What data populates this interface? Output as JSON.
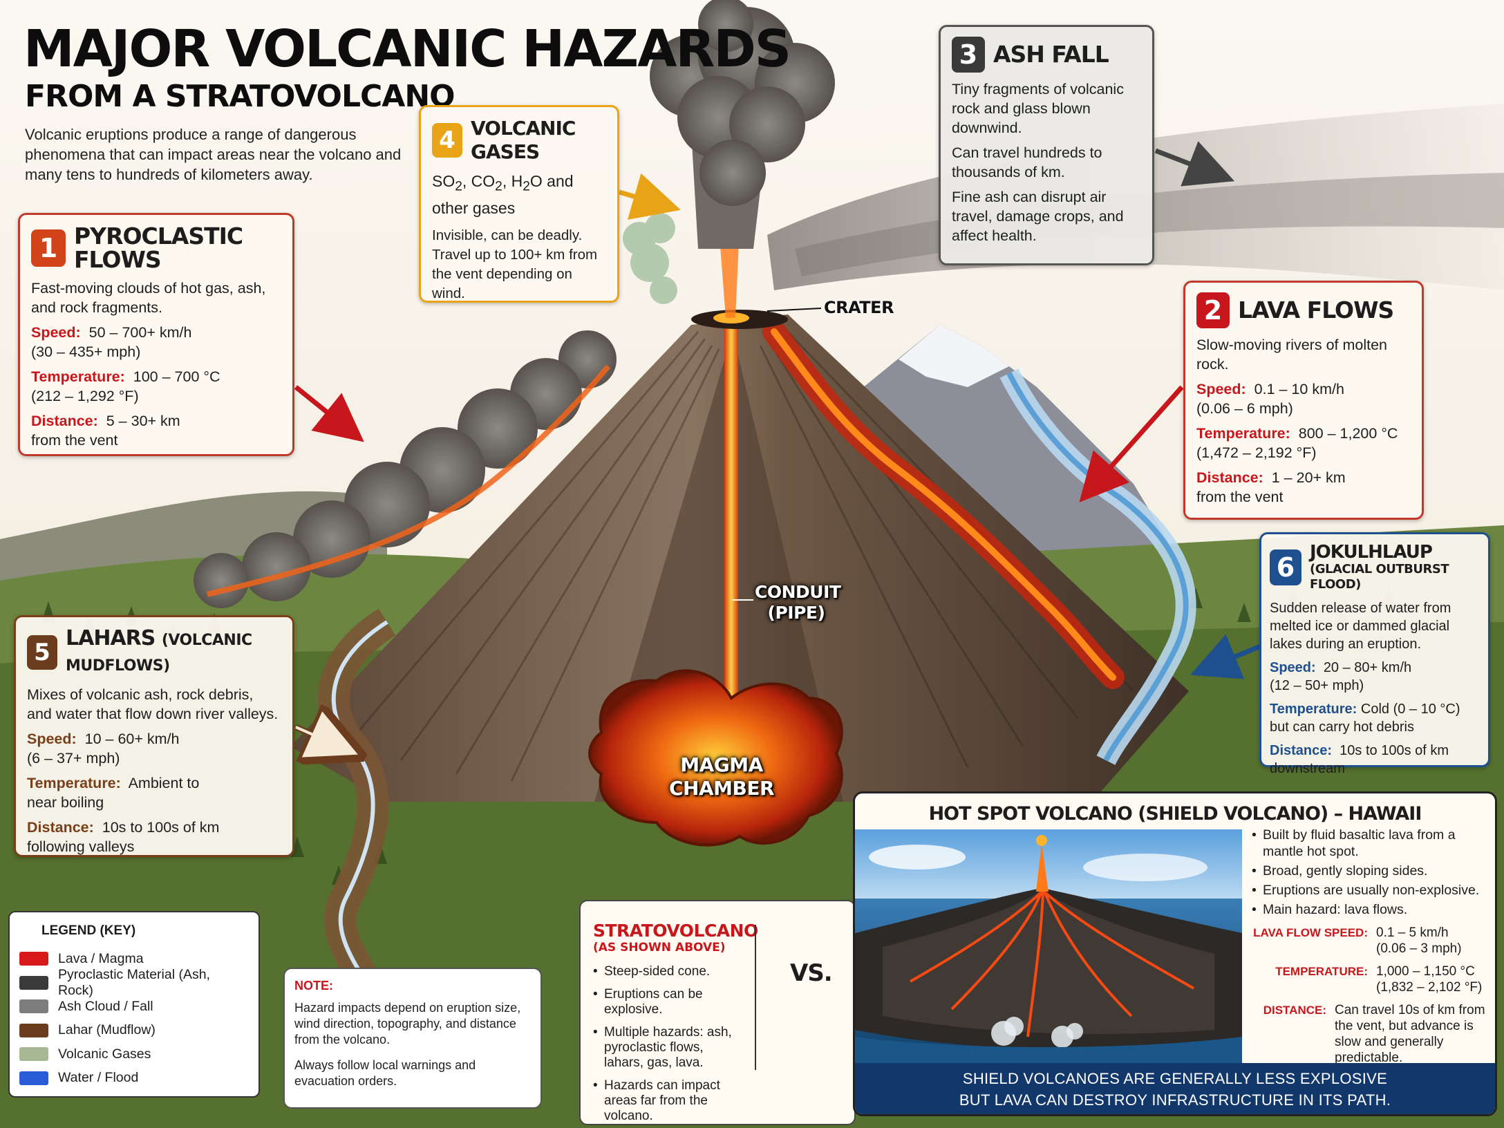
{
  "title": {
    "line1": "MAJOR VOLCANIC HAZARDS",
    "line2": "FROM A STRATOVOLCANO"
  },
  "intro": "Volcanic eruptions produce a range of dangerous phenomena that can impact areas near the volcano and many tens to hundreds of kilometers away.",
  "cards": {
    "pyroclastic": {
      "number": "1",
      "title": "PYROCLASTIC FLOWS",
      "desc": "Fast-moving clouds of hot gas, ash, and rock fragments.",
      "speed_label": "Speed:",
      "speed": "50 – 700+ km/h",
      "speed_alt": "(30 – 435+ mph)",
      "temp_label": "Temperature:",
      "temp": "100 – 700 °C",
      "temp_alt": "(212 – 1,292 °F)",
      "dist_label": "Distance:",
      "dist": "5 – 30+ km",
      "dist_alt": "from the vent"
    },
    "lava": {
      "number": "2",
      "title": "LAVA FLOWS",
      "desc": "Slow-moving rivers of molten rock.",
      "speed_label": "Speed:",
      "speed": "0.1 – 10 km/h",
      "speed_alt": "(0.06 – 6 mph)",
      "temp_label": "Temperature:",
      "temp": "800 – 1,200 °C",
      "temp_alt": "(1,472 – 2,192 °F)",
      "dist_label": "Distance:",
      "dist": "1 – 20+ km",
      "dist_alt": "from the vent"
    },
    "ash": {
      "number": "3",
      "title": "ASH FALL",
      "p1": "Tiny fragments of volcanic rock and glass blown downwind.",
      "p2": "Can travel hundreds to thousands of km.",
      "p3": "Fine ash can disrupt air travel, damage crops, and affect health."
    },
    "gases": {
      "number": "4",
      "title": "VOLCANIC GASES",
      "p2": "Invisible, can be deadly. Travel up to 100+ km from the vent depending on wind."
    },
    "lahars": {
      "number": "5",
      "title": "LAHARS",
      "title_small": "(VOLCANIC MUDFLOWS)",
      "desc": "Mixes of volcanic ash, rock debris, and water that flow down river valleys.",
      "speed_label": "Speed:",
      "speed": "10 – 60+ km/h",
      "speed_alt": "(6 – 37+ mph)",
      "temp_label": "Temperature:",
      "temp": "Ambient to",
      "temp_alt": "near boiling",
      "dist_label": "Distance:",
      "dist": "10s to 100s of km",
      "dist_alt": "following valleys"
    },
    "jokulhlaup": {
      "number": "6",
      "title": "JOKULHLAUP",
      "subtitle": "(GLACIAL OUTBURST FLOOD)",
      "desc": "Sudden release of water from melted ice or dammed glacial lakes during an eruption.",
      "speed_label": "Speed:",
      "speed": "20 – 80+ km/h",
      "speed_alt": "(12 – 50+ mph)",
      "temp_label": "Temperature:",
      "temp": "Cold (0 – 10 °C)",
      "temp_alt": "but can carry hot debris",
      "dist_label": "Distance:",
      "dist": "10s to 100s of km",
      "dist_alt": "downstream"
    }
  },
  "callouts": {
    "crater": "CRATER",
    "conduit_1": "CONDUIT",
    "conduit_2": "(PIPE)",
    "chamber_1": "MAGMA",
    "chamber_2": "CHAMBER"
  },
  "legend": {
    "title": "LEGEND (KEY)",
    "items": [
      {
        "label": "Lava / Magma",
        "color": "#d7191c"
      },
      {
        "label": "Pyroclastic Material (Ash, Rock)",
        "color": "#3a3a3a"
      },
      {
        "label": "Ash Cloud / Fall",
        "color": "#7d7d7d"
      },
      {
        "label": "Lahar (Mudflow)",
        "color": "#6b3d1e"
      },
      {
        "label": "Volcanic Gases",
        "color": "#a8b894"
      },
      {
        "label": "Water / Flood",
        "color": "#2a5bd7"
      }
    ]
  },
  "note": {
    "title": "NOTE:",
    "p1": "Hazard impacts depend on eruption size, wind direction, topography, and distance from the volcano.",
    "p2": "Always follow local warnings and evacuation orders."
  },
  "stratovolcano": {
    "title": "STRATOVOLCANO",
    "subtitle": "(AS SHOWN ABOVE)",
    "bullets": [
      "Steep-sided cone.",
      "Eruptions can be explosive.",
      "Multiple hazards: ash, pyroclastic flows, lahars, gas, lava.",
      "Hazards can impact areas far from the volcano."
    ]
  },
  "vs": "VS.",
  "shield": {
    "title": "HOT SPOT VOLCANO (SHIELD VOLCANO) – HAWAII",
    "bullets": [
      "Built by fluid basaltic lava from a mantle hot spot.",
      "Broad, gently sloping sides.",
      "Eruptions are usually non-explosive.",
      "Main hazard: lava flows."
    ],
    "speed_label": "LAVA FLOW SPEED:",
    "speed": "0.1 – 5 km/h",
    "speed_alt": "(0.06 – 3 mph)",
    "temp_label": "TEMPERATURE:",
    "temp": "1,000 – 1,150 °C",
    "temp_alt": "(1,832 – 2,102 °F)",
    "dist_label": "DISTANCE:",
    "dist": "Can travel 10s of km from the vent, but advance is slow and generally predictable.",
    "banner_1": "SHIELD VOLCANOES ARE GENERALLY LESS EXPLOSIVE",
    "banner_2": "BUT LAVA CAN DESTROY INFRASTRUCTURE IN ITS PATH."
  },
  "colors": {
    "red": "#c0392b",
    "orange": "#e8a317",
    "gray": "#555555",
    "brown": "#7a3e19",
    "blue": "#1e4f8f"
  }
}
